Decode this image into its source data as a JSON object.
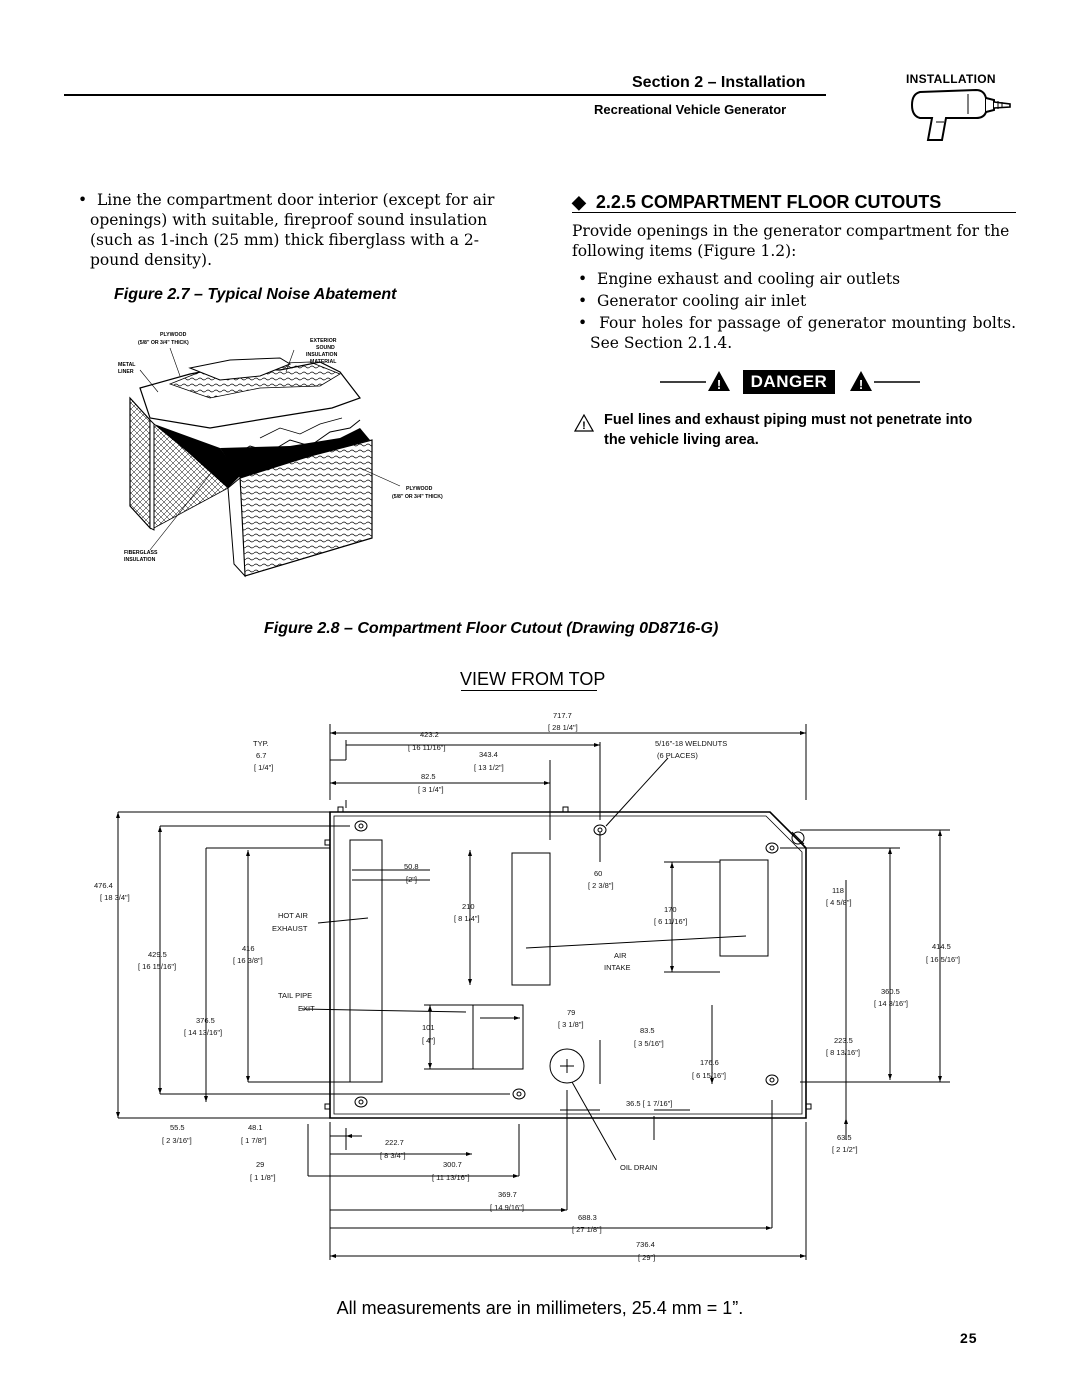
{
  "header": {
    "section": "Section 2 – Installation",
    "subtitle": "Recreational Vehicle Generator",
    "badge": "INSTALLATION"
  },
  "left_bullet": "Line the compartment door interior (except for air openings) with suitable, fireproof sound insulation (such as 1-inch (25 mm) thick fiberglass with a 2-pound density).",
  "figure7": {
    "caption": "Figure 2.7 – Typical Noise Abatement",
    "labels": {
      "plywood_top_1": "PLYWOOD",
      "plywood_top_2": "(5/8\" OR 3/4\" THICK)",
      "metal_1": "METAL",
      "metal_2": "LINER",
      "ext_1": "EXTERIOR",
      "ext_2": "SOUND",
      "ext_3": "INSULATION",
      "ext_4": "MATERIAL",
      "plywood_r_1": "PLYWOOD",
      "plywood_r_2": "(5/8\" OR 3/4\" THICK)",
      "fiber_1": "FIBERGLASS",
      "fiber_2": "INSULATION"
    }
  },
  "section_225": {
    "heading": "2.2.5 COMPARTMENT FLOOR CUTOUTS",
    "intro": "Provide openings in the generator compartment for the following items (Figure 1.2):",
    "bullets": [
      "Engine exhaust and cooling air outlets",
      "Generator cooling air inlet",
      "Four holes for passage of generator mounting bolts. See Section 2.1.4."
    ]
  },
  "danger": {
    "label": "DANGER",
    "text": "Fuel lines and exhaust piping must not penetrate into the vehicle living area."
  },
  "figure8": {
    "caption": "Figure 2.8 – Compartment Floor Cutout (Drawing 0D8716-G)",
    "view_title": "VIEW FROM TOP",
    "dims": {
      "d717": "717.7",
      "d717b": "[ 28 1/4\"]",
      "d423": "423.2",
      "d423b": "[ 16 11/16\"]",
      "d343": "343.4",
      "d343b": "[ 13 1/2\"]",
      "d82": "82.5",
      "d82b": "[ 3 1/4\"]",
      "typ": "TYP.",
      "d67": "6.7",
      "d67b": "[ 1/4\"]",
      "weld1": "5/16\"-18 WELDNUTS",
      "weld2": "(6 PLACES)",
      "d476": "476.4",
      "d476b": "[ 18 3/4\"]",
      "d429": "429.5",
      "d429b": "[ 16 15/16\"]",
      "d416": "416",
      "d416b": "[ 16 3/8\"]",
      "d376": "376.5",
      "d376b": "[ 14 13/16\"]",
      "d508": "50.8",
      "d508b": "[2\"]",
      "d210": "210",
      "d210b": "[ 8 1/4\"]",
      "d60": "60",
      "d60b": "[ 2 3/8\"]",
      "d170": "170",
      "d170b": "[ 6 11/16\"]",
      "d118": "118",
      "d118b": "[ 4 5/8\"]",
      "d414": "414.5",
      "d414b": "[ 16 5/16\"]",
      "d360": "360.5",
      "d360b": "[ 14 3/16\"]",
      "d79": "79",
      "d79b": "[ 3 1/8\"]",
      "d101": "101",
      "d101b": "[ 4\"]",
      "d835": "83.5",
      "d835b": "[ 3 5/16\"]",
      "d223": "223.5",
      "d223b": "[ 8 13/16\"]",
      "d176": "176.6",
      "d176b": "[ 6 15/16\"]",
      "d365": "36.5 [ 1 7/16\"]",
      "d555": "55.5",
      "d555b": "[ 2 3/16\"]",
      "d481": "48.1",
      "d481b": "[ 1 7/8\"]",
      "d29": "29",
      "d29b": "[ 1 1/8\"]",
      "d222": "222.7",
      "d222b": "[ 8 3/4\"]",
      "d300": "300.7",
      "d300b": "[ 11 13/16\"]",
      "d369": "369.7",
      "d369b": "[ 14 9/16\"]",
      "d688": "688.3",
      "d688b": "[ 27 1/8\"]",
      "d736": "736.4",
      "d736b": "[ 29\"]",
      "d635": "63.5",
      "d635b": "[ 2 1/2\"]",
      "hot1": "HOT AIR",
      "hot2": "EXHAUST",
      "air1": "AIR",
      "air2": "INTAKE",
      "tail1": "TAIL PIPE",
      "tail2": "EXIT",
      "oil": "OIL DRAIN"
    }
  },
  "note": "All measurements are in millimeters, 25.4 mm = 1”.",
  "page_number": "25"
}
